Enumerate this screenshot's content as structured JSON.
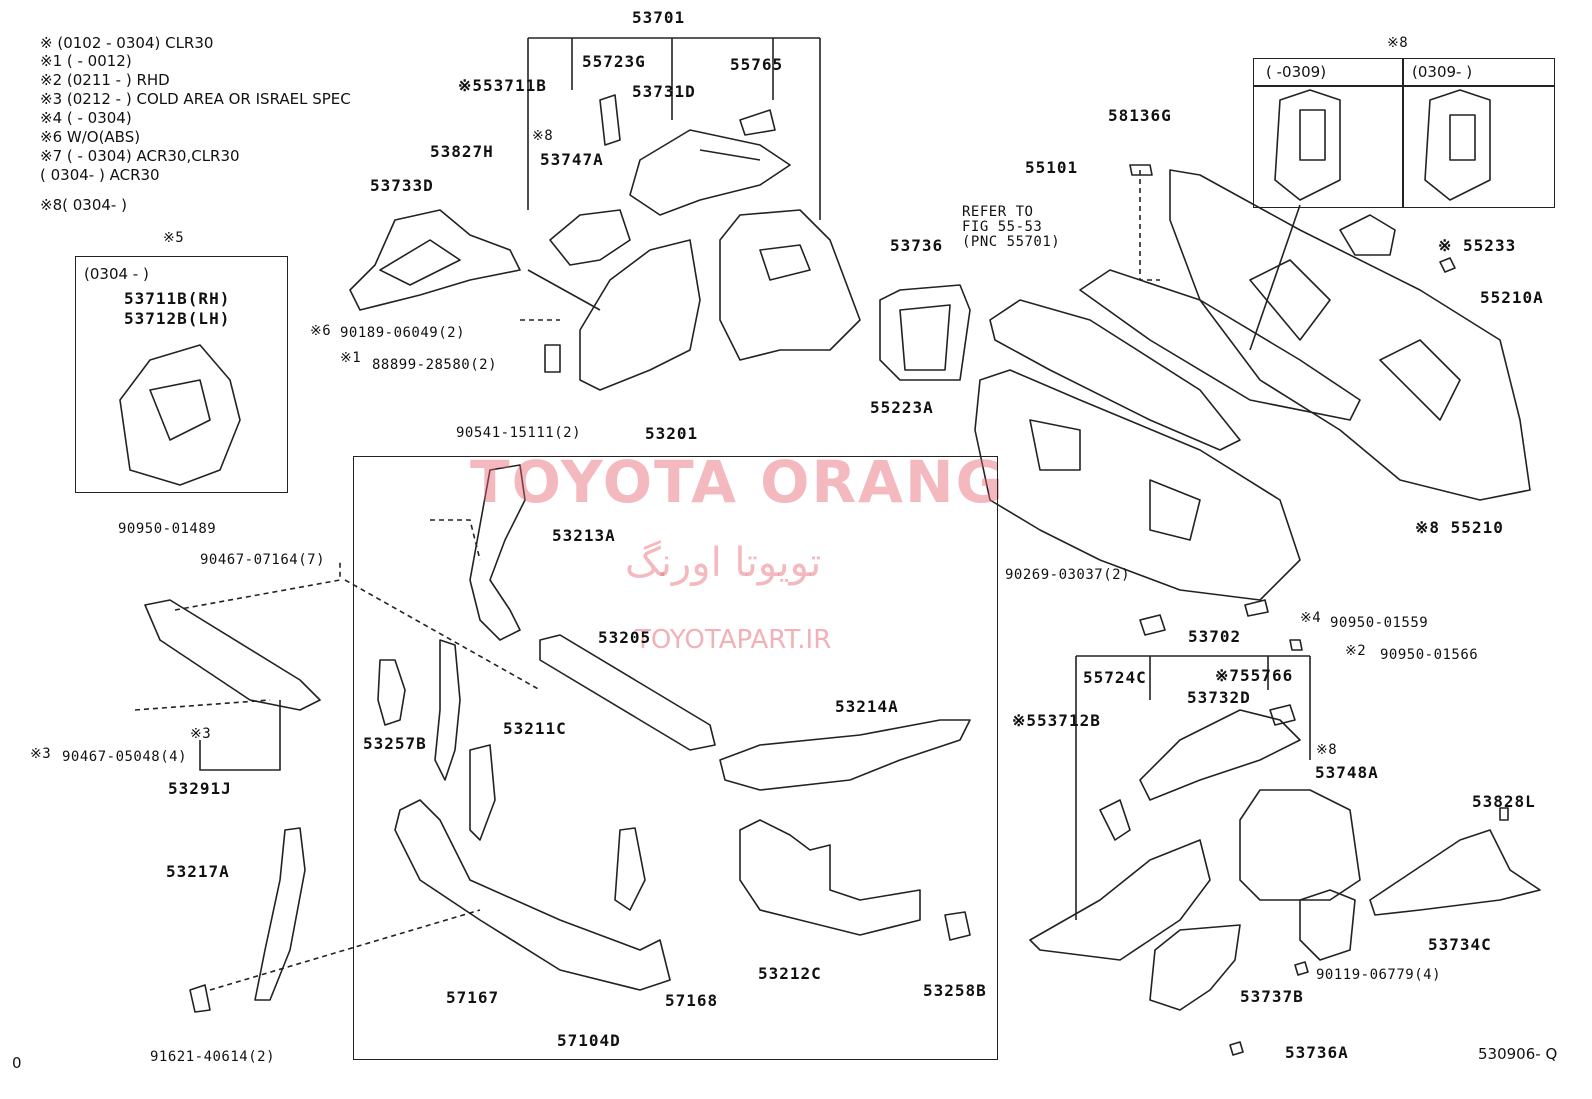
{
  "notes": [
    "※  (0102 - 0304) CLR30",
    "※1 (          - 0012)",
    "※2 (0211 -          ) RHD",
    "※3 (0212 -          ) COLD AREA OR ISRAEL SPEC",
    "※4 (          - 0304)",
    "※6 W/O(ABS)",
    "※7 (          - 0304) ACR30,CLR30",
    "      ( 0304-         ) ACR30",
    "※8( 0304-         )"
  ],
  "inset5": {
    "mark": "※5",
    "range": "(0304 -         )",
    "part_rh": "53711B(RH)",
    "part_lh": "53712B(LH)"
  },
  "inset8": {
    "mark": "※8",
    "left_range": "(         -0309)",
    "right_range": "(0309-          )"
  },
  "parts": {
    "p53701": "53701",
    "p55723g": "55723G",
    "p55765": "55765",
    "p553711b": "※553711B",
    "p53731d": "53731D",
    "p53747a": "53747A",
    "p53747a_mark": "※8",
    "p53827h": "53827H",
    "p53733d": "53733D",
    "p90189": "90189-06049(2)",
    "p90189_mark": "※6",
    "p88899": "88899-28580(2)",
    "p88899_mark": "※1",
    "p58136g": "58136G",
    "p55101": "55101",
    "refer1": "REFER TO",
    "refer2": "FIG 55-53",
    "refer3": "(PNC 55701)",
    "p53736": "53736",
    "p55233": "※ 55233",
    "p55210a": "55210A",
    "p55223a": "55223A",
    "p55210": "※8 55210",
    "p90269": "90269-03037(2)",
    "p90950_1559": "90950-01559",
    "p90950_1559_mark": "※4",
    "p90950_1566": "90950-01566",
    "p90950_1566_mark": "※2",
    "p90541": "90541-15111(2)",
    "p53201": "53201",
    "p53213a": "53213A",
    "p53205": "53205",
    "p53214a": "53214A",
    "p53211c": "53211C",
    "p53257b": "53257B",
    "p90950_1489": "90950-01489",
    "p90467_7164": "90467-07164(7)",
    "p90467_5048": "90467-05048(4)",
    "p90467_5048_mark": "※3",
    "p53291j_mark": "※3",
    "p53291j": "53291J",
    "p53217a": "53217A",
    "p91621": "91621-40614(2)",
    "p57167": "57167",
    "p57168": "57168",
    "p57104d": "57104D",
    "p53212c": "53212C",
    "p53258b": "53258B",
    "p53702": "53702",
    "p55724c": "55724C",
    "p55766": "※755766",
    "p53732d": "53732D",
    "p553712b": "※553712B",
    "p53748a_mark": "※8",
    "p53748a": "53748A",
    "p53828l": "53828L",
    "p53734c": "53734C",
    "p90119": "90119-06779(4)",
    "p53737b": "53737B",
    "p53736a": "53736A"
  },
  "footer": {
    "left": "0",
    "code": "530906- Q"
  },
  "watermark": {
    "brand": "TOYOTA ORANG",
    "farsi": "تویوتا اورنگ",
    "site": "TOYOTAPART.IR"
  }
}
